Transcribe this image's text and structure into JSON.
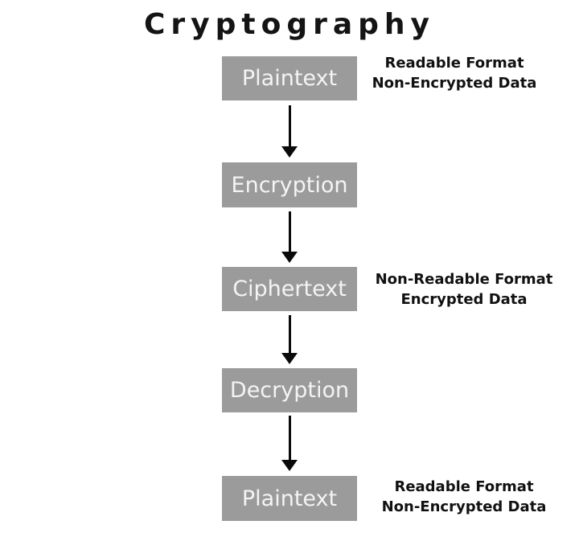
{
  "title": "Cryptography",
  "colors": {
    "background": "#ffffff",
    "box_bg": "#9b9b9b",
    "box_text": "#f4f4f4",
    "heading_text": "#141414",
    "note_text": "#111111",
    "arrow": "#0a0a0a"
  },
  "flow": {
    "steps": [
      {
        "label": "Plaintext"
      },
      {
        "label": "Encryption"
      },
      {
        "label": "Ciphertext"
      },
      {
        "label": "Decryption"
      },
      {
        "label": "Plaintext"
      }
    ],
    "notes": [
      {
        "line1": "Readable Format",
        "line2": "Non-Encrypted Data",
        "attached_to": "Plaintext (top)"
      },
      {
        "line1": "Non-Readable Format",
        "line2": "Encrypted Data",
        "attached_to": "Ciphertext"
      },
      {
        "line1": "Readable Format",
        "line2": "Non-Encrypted Data",
        "attached_to": "Plaintext (bottom)"
      }
    ]
  }
}
